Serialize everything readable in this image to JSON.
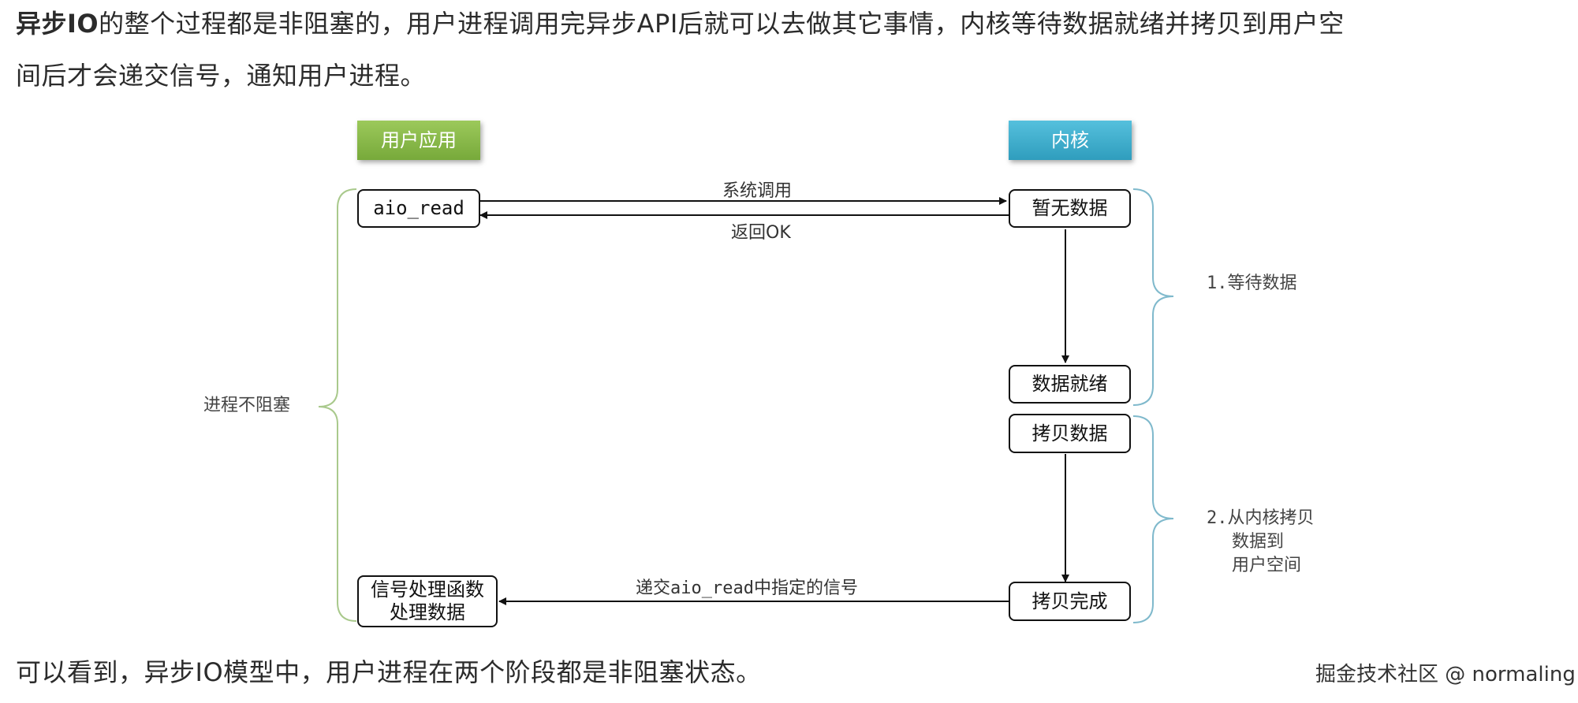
{
  "intro": {
    "bold": "异步IO",
    "line1_rest": "的整个过程都是非阻塞的，用户进程调用完异步API后就可以去做其它事情，内核等待数据就绪并拷贝到用户空",
    "line2": "间后才会递交信号，通知用户进程。"
  },
  "headers": {
    "user": "用户应用",
    "kernel": "内核"
  },
  "boxes": {
    "aio_read": "aio_read",
    "no_data": "暂无数据",
    "data_ready": "数据就绪",
    "copy_data": "拷贝数据",
    "copy_done": "拷贝完成",
    "handler_line1": "信号处理函数",
    "handler_line2": "处理数据"
  },
  "arrows": {
    "syscall": "系统调用",
    "return_ok": "返回OK",
    "signal": "递交aio_read中指定的信号"
  },
  "braces": {
    "left": "进程不阻塞",
    "stage1": "1.等待数据",
    "stage2_line1": "2.从内核拷贝",
    "stage2_line2": "数据到",
    "stage2_line3": "用户空间"
  },
  "conclusion": "可以看到，异步IO模型中，用户进程在两个阶段都是非阻塞状态。",
  "watermark": "掘金技术社区 @ normaling",
  "colors": {
    "user_header": "#77a93a",
    "kernel_header": "#2f9dbd",
    "brace": "#a9c98c",
    "brace_right": "#7fb9cc"
  }
}
